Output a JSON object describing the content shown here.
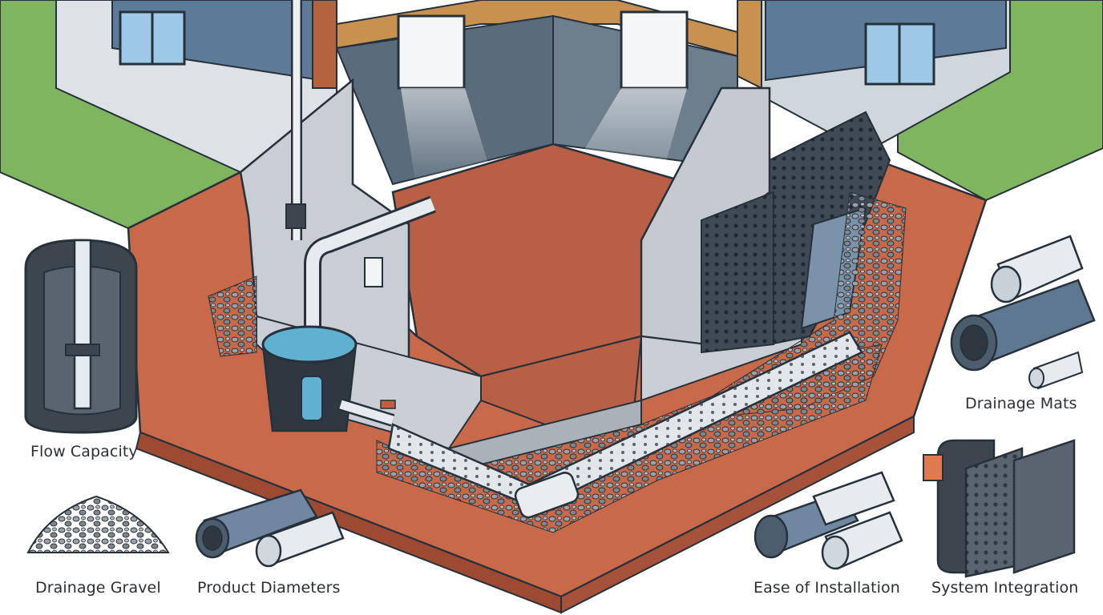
{
  "labels": {
    "flow_capacity": "Flow Capacity",
    "drainage_gravel": "Drainage Gravel",
    "product_diameters": "Product Diameters",
    "ease_of_installation": "Ease of Installation",
    "system_integration": "System Integration",
    "drainage_mats": "Drainage Mats"
  },
  "colors": {
    "soil": "#c8694a",
    "soil_dark": "#9e4a33",
    "grass": "#7fb55e",
    "concrete": "#b9c1c8",
    "wall_siding": "#5e7a99",
    "basement_floor": "#b95f45",
    "gravel": "#8a9096",
    "pipe": "#dfe5ea",
    "outline": "#26313b",
    "water": "#5fb0d1",
    "dimple_mat": "#3f4a55"
  }
}
